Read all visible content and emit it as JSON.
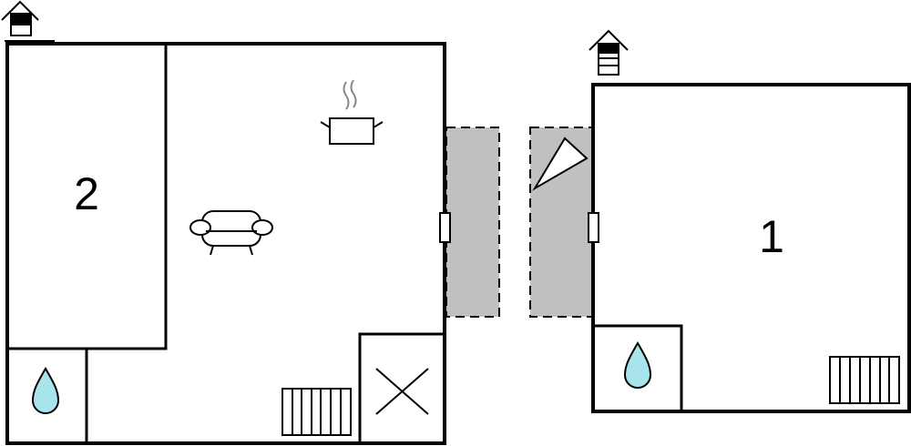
{
  "rooms": [
    {
      "label": "2"
    },
    {
      "label": "1"
    }
  ],
  "colors": {
    "wall": "#000000",
    "terrace": "#c0c0c0",
    "water": "#a8e4ec"
  },
  "icons": [
    "house-entrance-icon",
    "cooking-pot-icon",
    "sofa-icon",
    "water-drop-icon",
    "radiator-icon",
    "chimney-x-icon",
    "terrace-area",
    "window-icon",
    "parasol-icon"
  ]
}
